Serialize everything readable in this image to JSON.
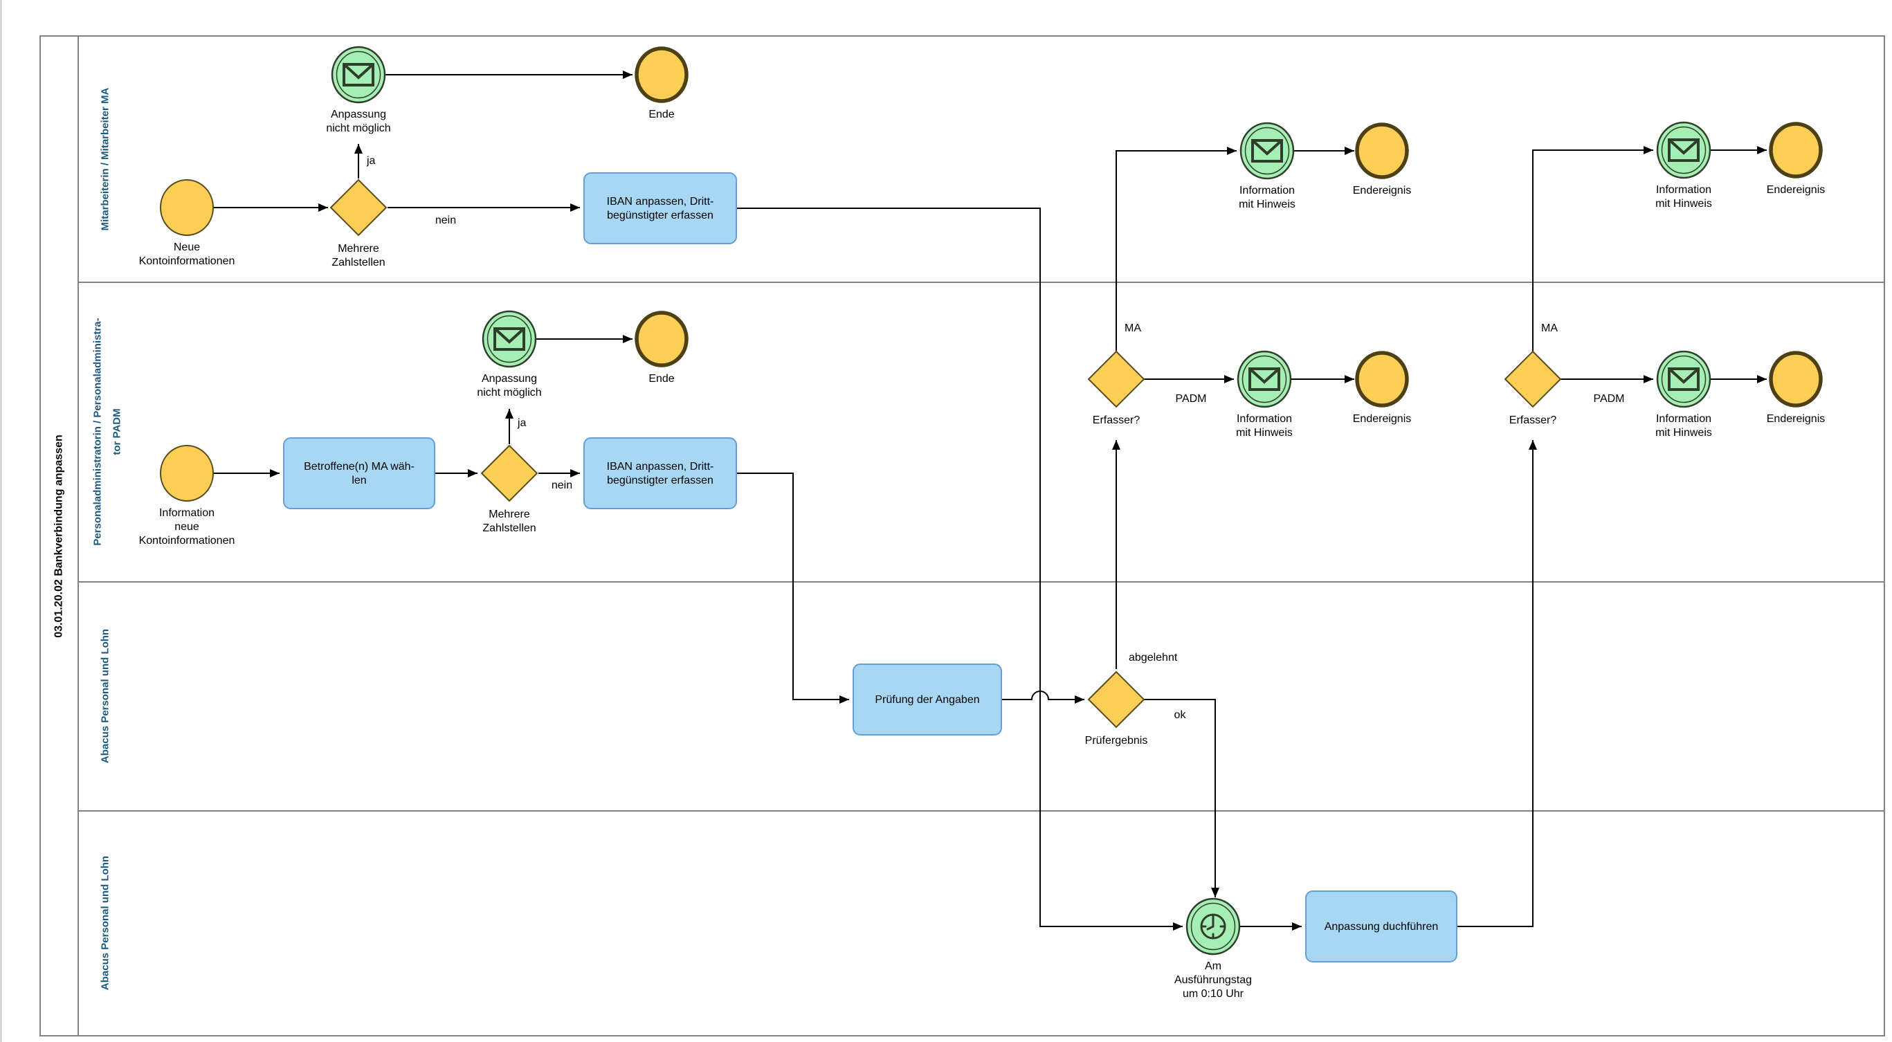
{
  "pool": {
    "title": "03.01.20.02 Bankverbindung anpassen"
  },
  "lanes": [
    {
      "label": [
        "Mitarbeiterin / Mitarbeiter MA"
      ]
    },
    {
      "label": [
        "Personaladministratorin / Personaladministra-",
        "tor PADM"
      ]
    },
    {
      "label": [
        "Abacus Personal und Lohn"
      ]
    },
    {
      "label": [
        "Abacus Personal und Lohn"
      ]
    }
  ],
  "nodes": {
    "start1": [
      "Neue",
      "Kontoinformationen"
    ],
    "gw1": [
      "Mehrere",
      "Zahlstellen"
    ],
    "msg1": [
      "Anpassung",
      "nicht möglich"
    ],
    "end1": [
      "Ende"
    ],
    "task1": [
      "IBAN anpassen, Dritt-",
      "begünstigter erfassen"
    ],
    "msg_top1": [
      "Information",
      "mit Hinweis"
    ],
    "end_top1": [
      "Endereignis"
    ],
    "msg_top2": [
      "Information",
      "mit Hinweis"
    ],
    "end_top2": [
      "Endereignis"
    ],
    "start2": [
      "Information",
      "neue",
      "Kontoinformationen"
    ],
    "task2": [
      "Betroffene(n) MA wäh-",
      "len"
    ],
    "gw2": [
      "Mehrere",
      "Zahlstellen"
    ],
    "msg2": [
      "Anpassung",
      "nicht möglich"
    ],
    "end2": [
      "Ende"
    ],
    "task3": [
      "IBAN anpassen, Dritt-",
      "begünstigter erfassen"
    ],
    "erf1": [
      "Erfasser?"
    ],
    "msg_r1": [
      "Information",
      "mit Hinweis"
    ],
    "end_r1": [
      "Endereignis"
    ],
    "erf2": [
      "Erfasser?"
    ],
    "msg_r2": [
      "Information",
      "mit Hinweis"
    ],
    "end_r2": [
      "Endereignis"
    ],
    "task4": [
      "Prüfung der Angaben"
    ],
    "gw3": [
      "Prüfergebnis"
    ],
    "timer1": [
      "Am",
      "Ausführungstag",
      "um 0:10 Uhr"
    ],
    "task5": [
      "Anpassung duchführen"
    ]
  },
  "flows": {
    "ja1": "ja",
    "nein1": "nein",
    "ja2": "ja",
    "nein2": "nein",
    "abgelehnt": "abgelehnt",
    "ok": "ok",
    "ma1": "MA",
    "padm1": "PADM",
    "ma2": "MA",
    "padm2": "PADM"
  },
  "colors": {
    "event_fill": "#FBCE55",
    "event_stroke": "#594B1F",
    "end_stroke": "#4E4015",
    "message_fill": "#A6EFB4",
    "message_stroke": "#2F3D2B",
    "gateway_fill": "#FBCE55",
    "gateway_stroke": "#594B1F",
    "task_fill": "#A8D7F4",
    "task_stroke": "#649FD4",
    "lane_line": "#828282",
    "lane_label_text": "#1C5A7D",
    "flow": "#000000"
  }
}
